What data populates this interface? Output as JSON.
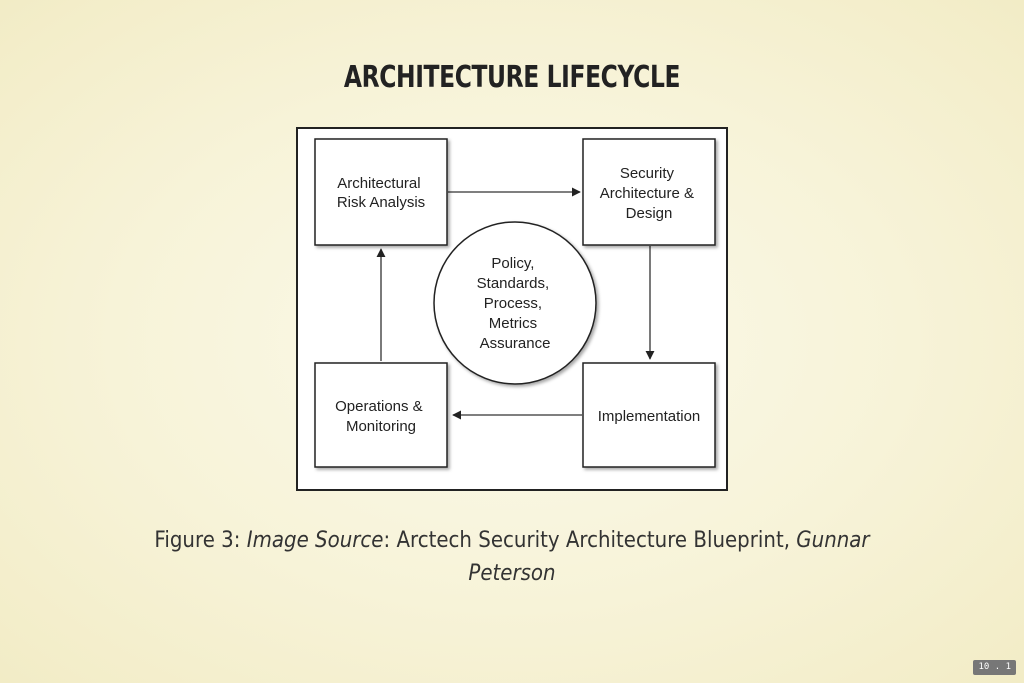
{
  "title": "ARCHITECTURE LIFECYCLE",
  "diagram": {
    "nodes": {
      "risk_analysis": [
        "Architectural",
        "Risk Analysis"
      ],
      "security_design": [
        "Security",
        "Architecture &",
        "Design"
      ],
      "implementation": [
        "Implementation"
      ],
      "operations": [
        "Operations &",
        "Monitoring"
      ],
      "center": [
        "Policy,",
        "Standards,",
        "Process,",
        "Metrics",
        "Assurance"
      ]
    },
    "edges": [
      {
        "from": "risk_analysis",
        "to": "security_design"
      },
      {
        "from": "security_design",
        "to": "implementation"
      },
      {
        "from": "implementation",
        "to": "operations"
      },
      {
        "from": "operations",
        "to": "risk_analysis"
      }
    ]
  },
  "caption": {
    "prefix": "Figure 3: ",
    "source_label": "Image Source",
    "source_text": ": Arctech Security Architecture Blueprint, ",
    "author_first": "Gunnar",
    "author_last": "Peterson"
  },
  "slide_number": "10 . 1"
}
